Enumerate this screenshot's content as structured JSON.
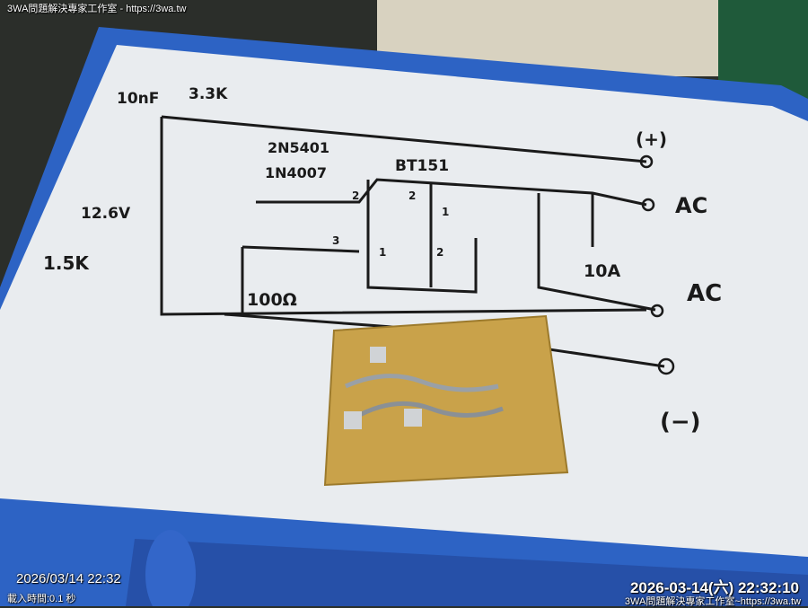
{
  "overlay": {
    "top_watermark": "3WA問題解決專家工作室 - https://3wa.tw",
    "date_left": "2026/03/14 22:32",
    "load_time": "載入時間:0.1 秒",
    "date_right": "2026-03-14(六) 22:32:10",
    "bottom_watermark": "3WA問題解決專家工作室~https://3wa.tw"
  },
  "whiteboard": {
    "labels": {
      "cap": "10nF",
      "r1": "3.3K",
      "transistor": "2N5401",
      "diode": "1N4007",
      "scr": "BT151",
      "zener": "12.6V",
      "r2": "1.5K",
      "r3": "100Ω",
      "bridge": "10A",
      "plus": "(+)",
      "minus": "(−)",
      "ac1": "AC",
      "ac2": "AC",
      "pin2a": "2",
      "pin3": "3",
      "pin1a": "1",
      "pin2b": "2",
      "pin1b": "1",
      "pin2c": "2"
    }
  },
  "colors": {
    "frame": "#2d63c4",
    "board": "#e9ecef",
    "pcb": "#c9a24a"
  }
}
